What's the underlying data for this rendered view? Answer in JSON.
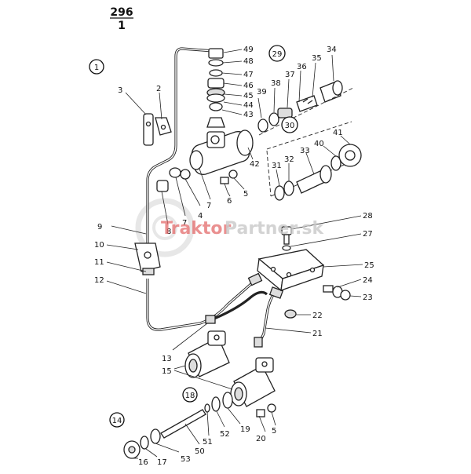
{
  "header": {
    "page_number": "296",
    "sub_number": "1"
  },
  "watermark": {
    "brand": "Traktor",
    "rest": "Partner.sk",
    "brand_color": "#e36b6b",
    "rest_color": "#c9c9c9"
  },
  "groups": [
    {
      "id": "g1",
      "label": "1"
    },
    {
      "id": "g29",
      "label": "29"
    },
    {
      "id": "g30",
      "label": "30"
    },
    {
      "id": "g18",
      "label": "18"
    },
    {
      "id": "g14",
      "label": "14"
    }
  ],
  "callouts": [
    "49",
    "48",
    "47",
    "46",
    "45",
    "44",
    "43",
    "42",
    "39",
    "38",
    "37",
    "36",
    "35",
    "34",
    "3",
    "2",
    "41",
    "40",
    "33",
    "32",
    "31",
    "5",
    "6",
    "7",
    "7",
    "4",
    "8",
    "9",
    "10",
    "11",
    "12",
    "28",
    "27",
    "25",
    "24",
    "23",
    "22",
    "21",
    "13",
    "15",
    "19",
    "5",
    "20",
    "52",
    "51",
    "50",
    "53",
    "17",
    "16"
  ]
}
